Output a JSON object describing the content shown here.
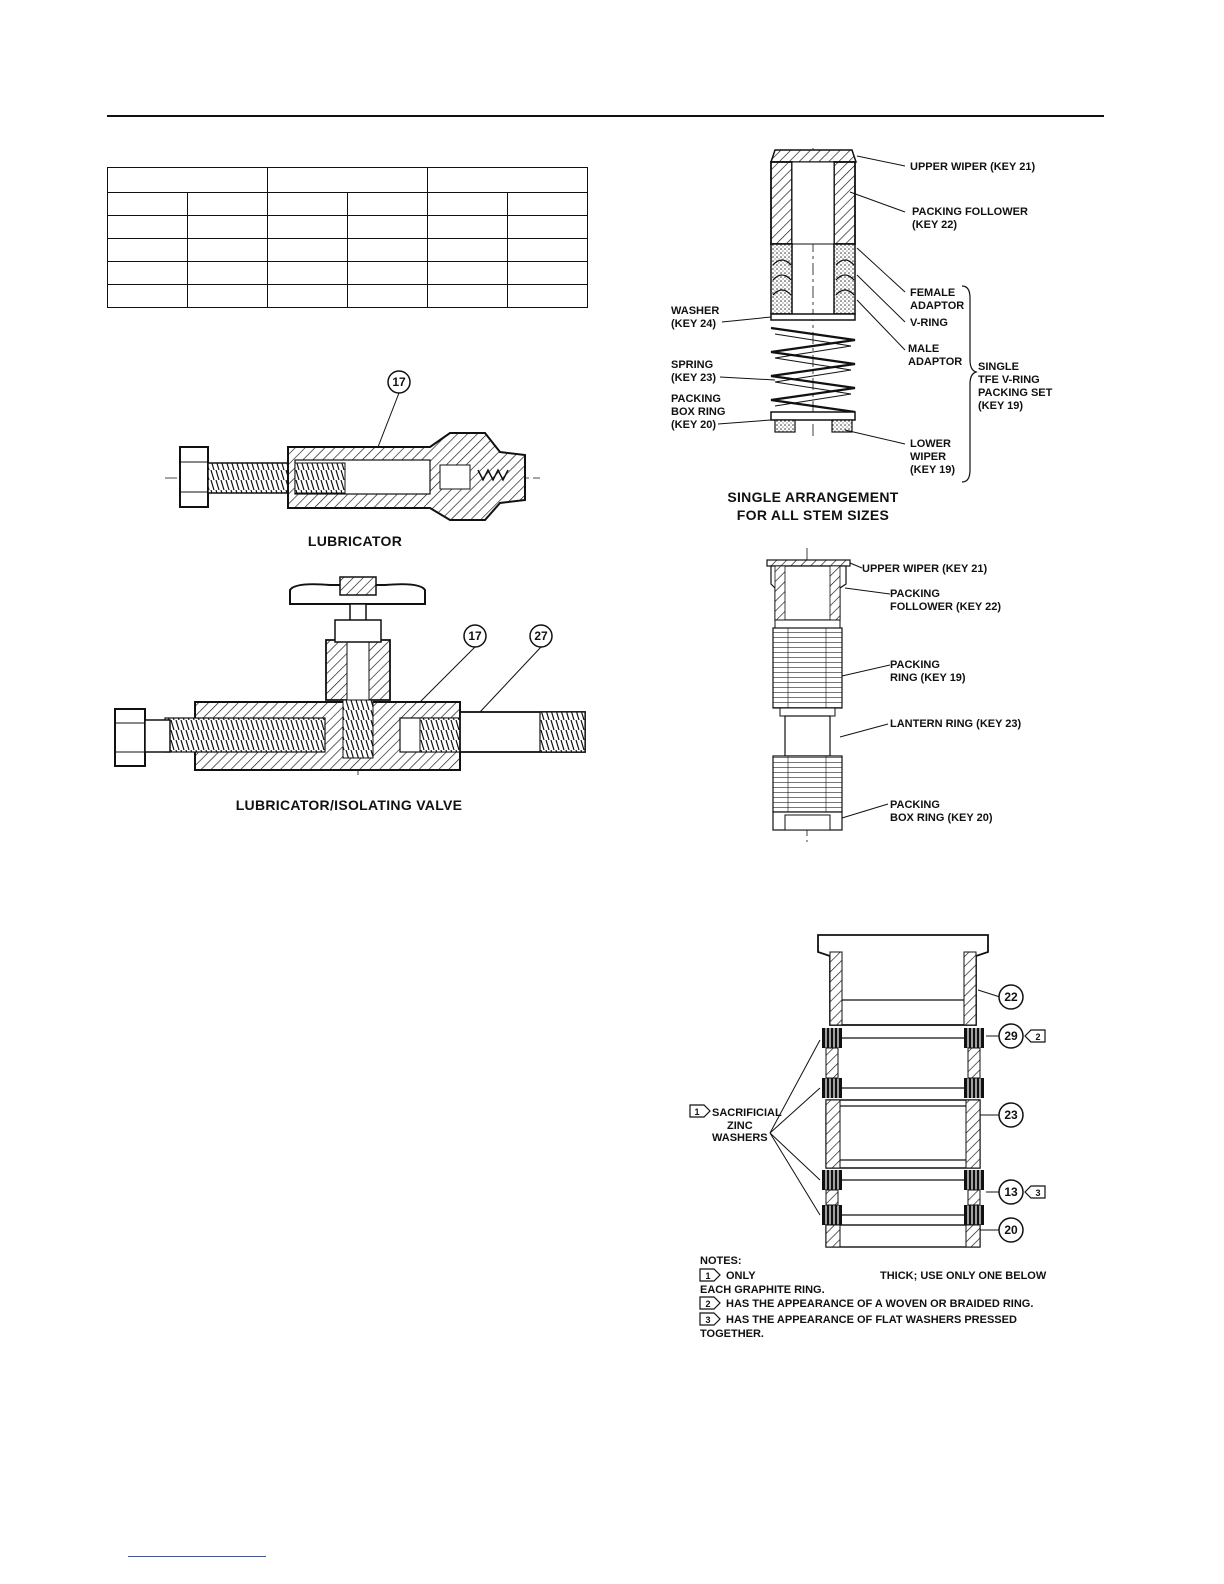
{
  "captions": {
    "lubricator": "LUBRICATOR",
    "isolating_valve": "LUBRICATOR/ISOLATING VALVE",
    "single_arrangement_1": "SINGLE ARRANGEMENT",
    "single_arrangement_2": "FOR ALL STEM SIZES"
  },
  "callouts": {
    "c17a": "17",
    "c17b": "17",
    "c27": "27",
    "c22": "22",
    "c29": "29",
    "c23": "23",
    "c13": "13",
    "c20": "20",
    "n1": "1",
    "n2": "2",
    "n3": "3",
    "n1b": "1",
    "n2b": "2",
    "n3b": "3"
  },
  "vring_labels": {
    "upper_wiper": "UPPER WIPER (KEY 21)",
    "packing_follower_1": "PACKING FOLLOWER",
    "packing_follower_2": "(KEY 22)",
    "female_adaptor_1": "FEMALE",
    "female_adaptor_2": "ADAPTOR",
    "v_ring": "V-RING",
    "male_adaptor_1": "MALE",
    "male_adaptor_2": "ADAPTOR",
    "single_1": "SINGLE",
    "single_2": "TFE V-RING",
    "single_3": "PACKING SET",
    "single_4": "(KEY 19)",
    "lower_wiper_1": "LOWER",
    "lower_wiper_2": "WIPER",
    "lower_wiper_3": "(KEY 19)",
    "washer_1": "WASHER",
    "washer_2": "(KEY 24)",
    "spring_1": "SPRING",
    "spring_2": "(KEY 23)",
    "box_ring_1": "PACKING",
    "box_ring_2": "BOX RING",
    "box_ring_3": "(KEY 20)"
  },
  "ring_labels": {
    "upper_wiper": "UPPER WIPER (KEY 21)",
    "follower_1": "PACKING",
    "follower_2": "FOLLOWER (KEY 22)",
    "packing_ring_1": "PACKING",
    "packing_ring_2": "RING (KEY 19)",
    "lantern_ring": "LANTERN RING (KEY 23)",
    "box_ring_1": "PACKING",
    "box_ring_2": "BOX RING (KEY 20)"
  },
  "graphite_labels": {
    "sacrificial_1": "SACRIFICIAL",
    "sacrificial_2": "ZINC",
    "sacrificial_3": "WASHERS"
  },
  "notes": {
    "title": "NOTES:",
    "n1_a": "ONLY",
    "n1_b": "THICK; USE ONLY ONE BELOW",
    "n1_c": "EACH GRAPHITE RING.",
    "n2": "HAS THE APPEARANCE OF A WOVEN OR BRAIDED RING.",
    "n3_a": "HAS THE APPEARANCE OF FLAT WASHERS PRESSED",
    "n3_b": "TOGETHER."
  }
}
